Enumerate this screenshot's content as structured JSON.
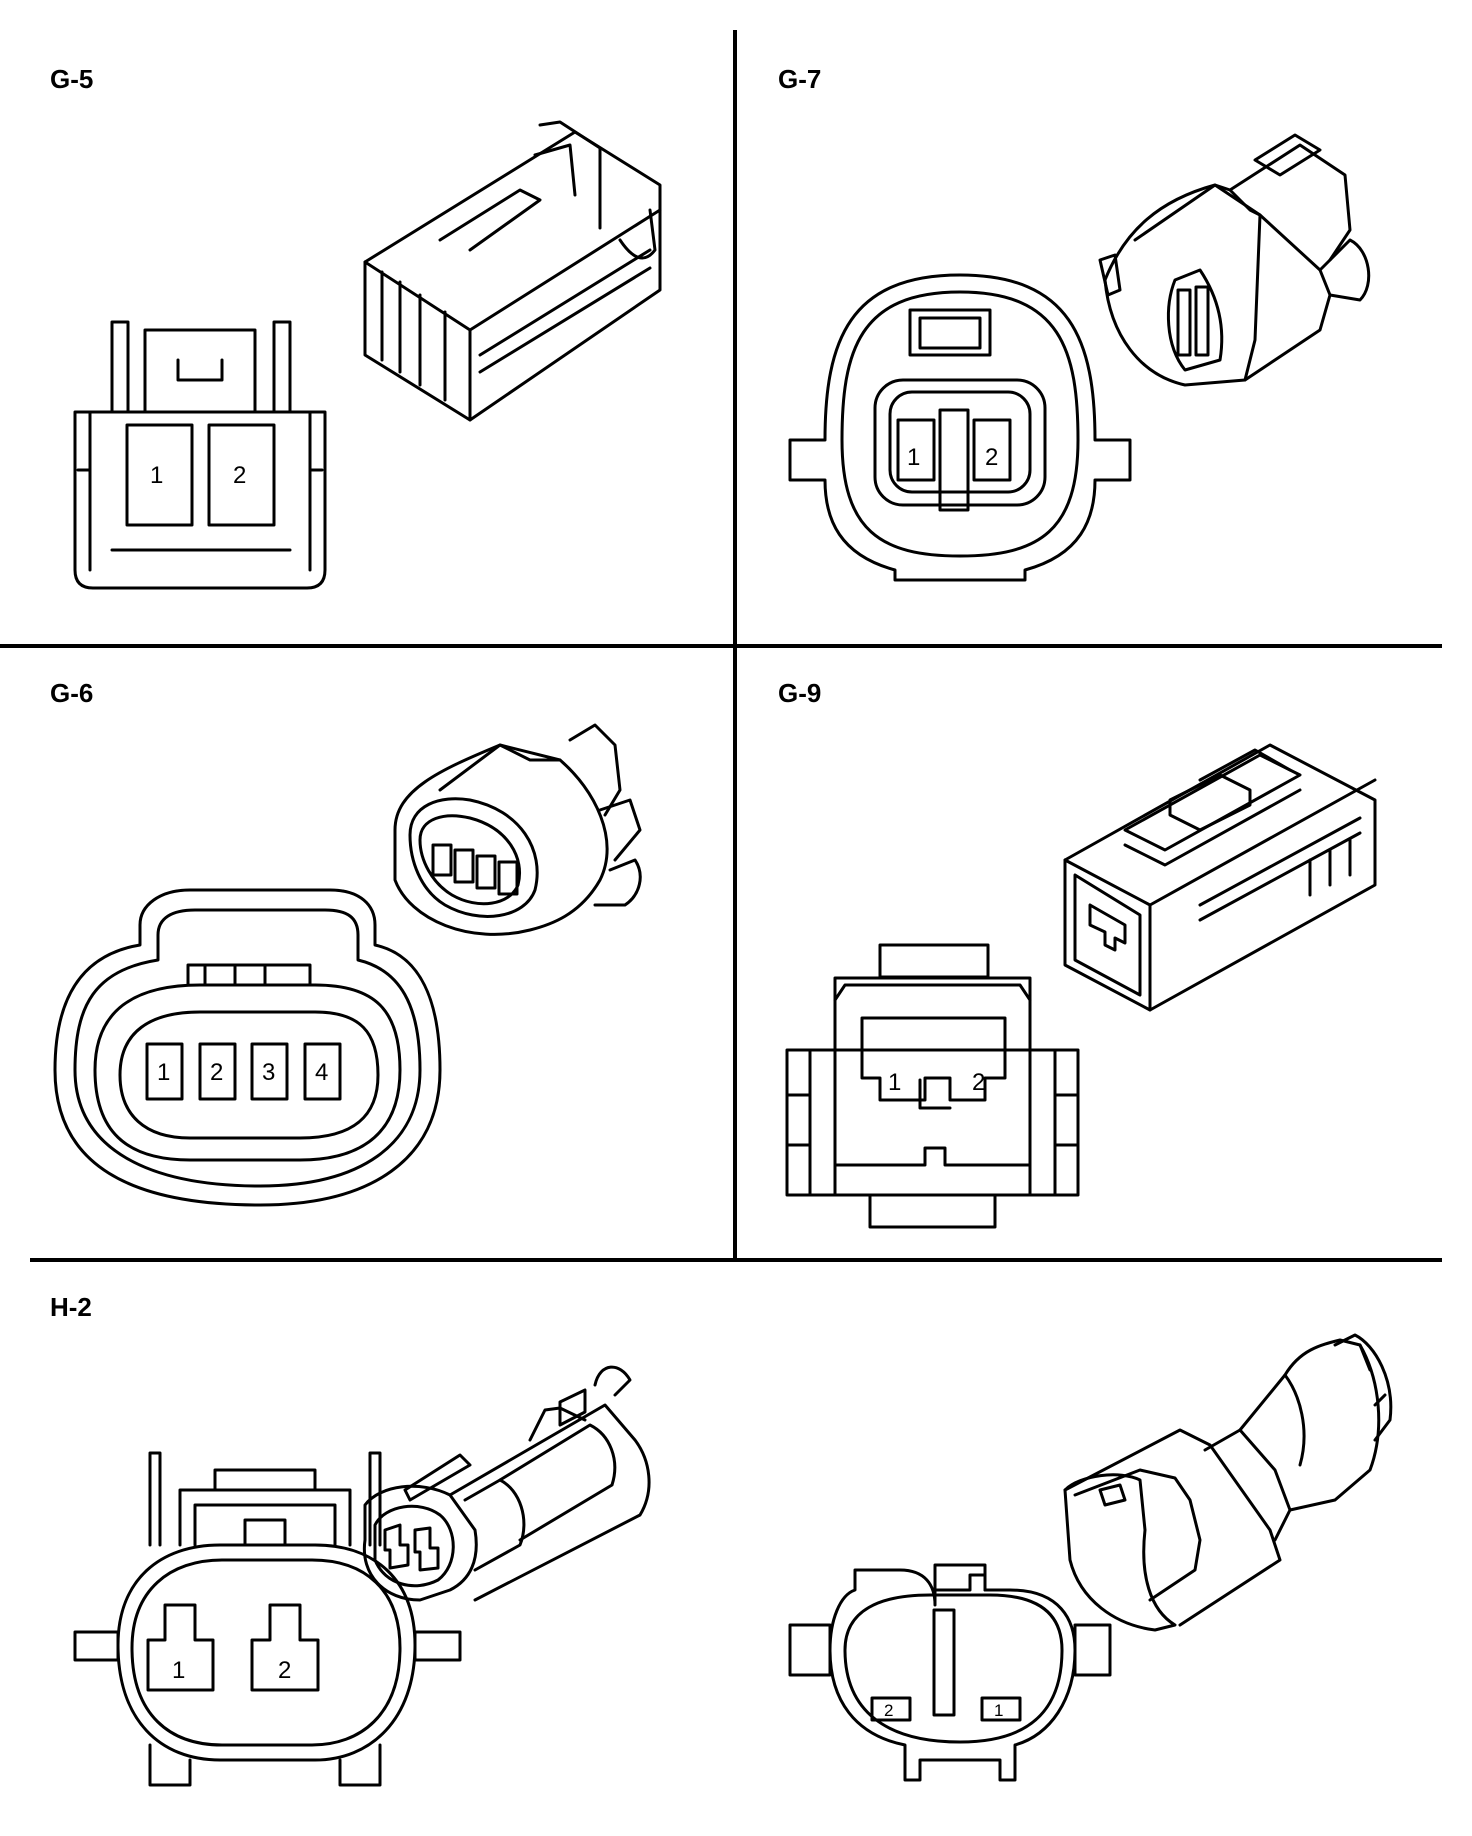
{
  "connectors": [
    {
      "id": "G-5",
      "pins": [
        "1",
        "2"
      ]
    },
    {
      "id": "G-7",
      "pins": [
        "1",
        "2"
      ]
    },
    {
      "id": "G-6",
      "pins": [
        "1",
        "2",
        "3",
        "4"
      ]
    },
    {
      "id": "G-9",
      "pins": [
        "1",
        "2"
      ]
    },
    {
      "id": "H-2",
      "pins": [
        "1",
        "2"
      ]
    },
    {
      "id": "",
      "pins": [
        "2",
        "1"
      ]
    }
  ],
  "line_color": "#000000"
}
